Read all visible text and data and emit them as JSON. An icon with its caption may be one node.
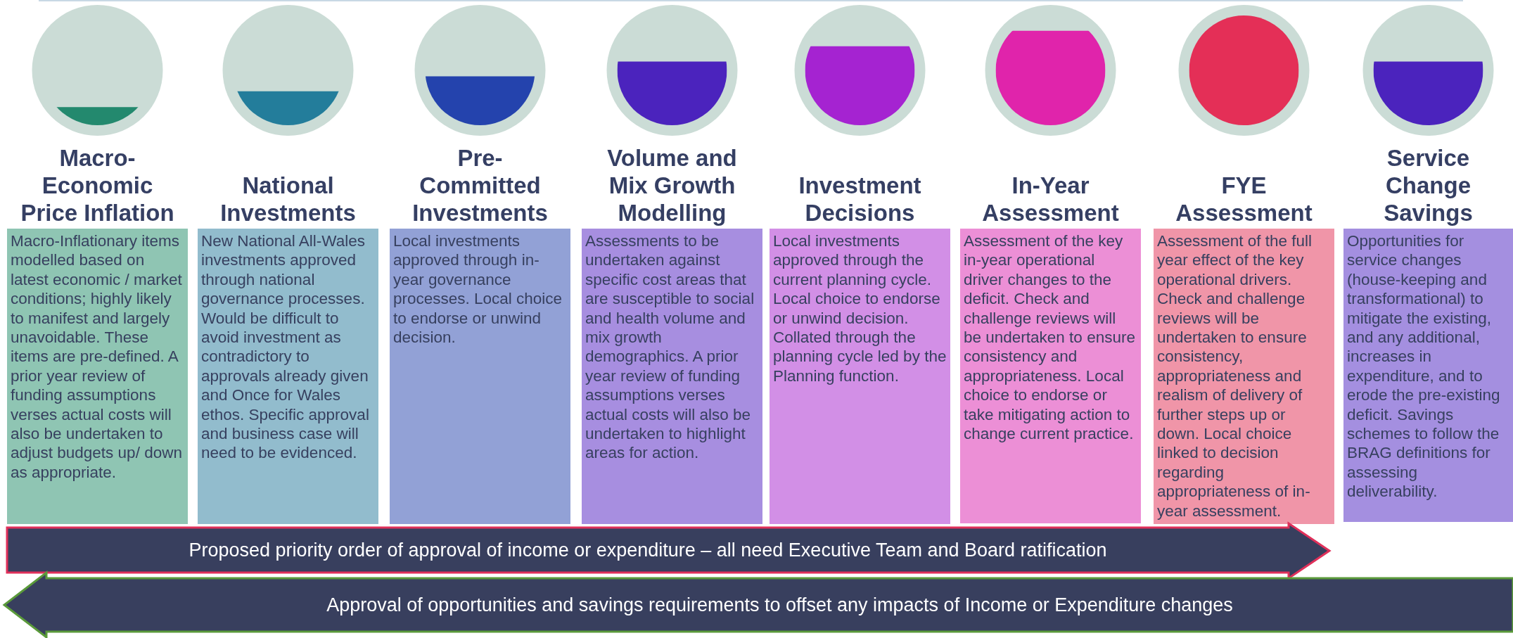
{
  "diagram": {
    "nodes": [
      {
        "text": [
          "Macro-Economic Price Inflation",
          "Macro-Inflationary items modelled based on latest economic / market conditions; highly likely to manifest and largely unavoidable. These items are pre-defined. A prior year review of funding assumptions verses actual costs will also be undertaken to adjust budgets up/ down as appropriate."
        ]
      },
      {
        "text": [
          "National Investments",
          "New National All-Wales investments approved through national governance processes. Would be difficult to avoid investment as contradictory to approvals already given and Once for Wales ethos. Specific approval and business case will need to be evidenced."
        ]
      },
      {
        "text": [
          "Pre-Committed Investments",
          "Local investments approved through in-year governance processes. Local choice to endorse or unwind decision."
        ]
      },
      {
        "text": [
          "Volume and Mix Growth Modelling",
          "Assessments to be undertaken against specific cost areas that are susceptible to social and health volume and mix growth demographics. A prior year review of funding assumptions verses actual costs will also be undertaken to highlight areas for action."
        ]
      },
      {
        "text": [
          "Investment Decisions",
          "Local investments approved through the current planning cycle. Local choice to endorse or unwind decision. Collated through the planning cycle led by the Planning function."
        ]
      },
      {
        "text": [
          "In-Year Assessment",
          "Assessment of the key in-year operational driver changes to the deficit. Check and challenge reviews will be undertaken to ensure consistency and appropriateness. Local choice to endorse or take mitigating action to change current practice."
        ]
      },
      {
        "text": [
          "FYE Assessment",
          "Assessment of the full year effect of the key operational drivers. Check and challenge reviews will be undertaken to ensure consistency, appropriateness and realism of delivery of further steps up or down. Local choice linked to decision regarding appropriateness of in-year assessment."
        ]
      },
      {
        "text": [
          "Service Change Savings",
          "Opportunities for service changes (house-keeping and transformational) to mitigate the existing, and any additional, increases in expenditure, and to erode the pre-existing deficit. Savings schemes to follow the BRAG definitions for assessing deliverability."
        ]
      },
      {
        "text": [
          "Proposed priority order of approval of income or expenditure – all need Executive Team and Board ratification"
        ]
      },
      {
        "text": [
          "Approval of opportunities and savings requirements to offset any impacts of Income or Expenditure changes"
        ]
      }
    ]
  }
}
